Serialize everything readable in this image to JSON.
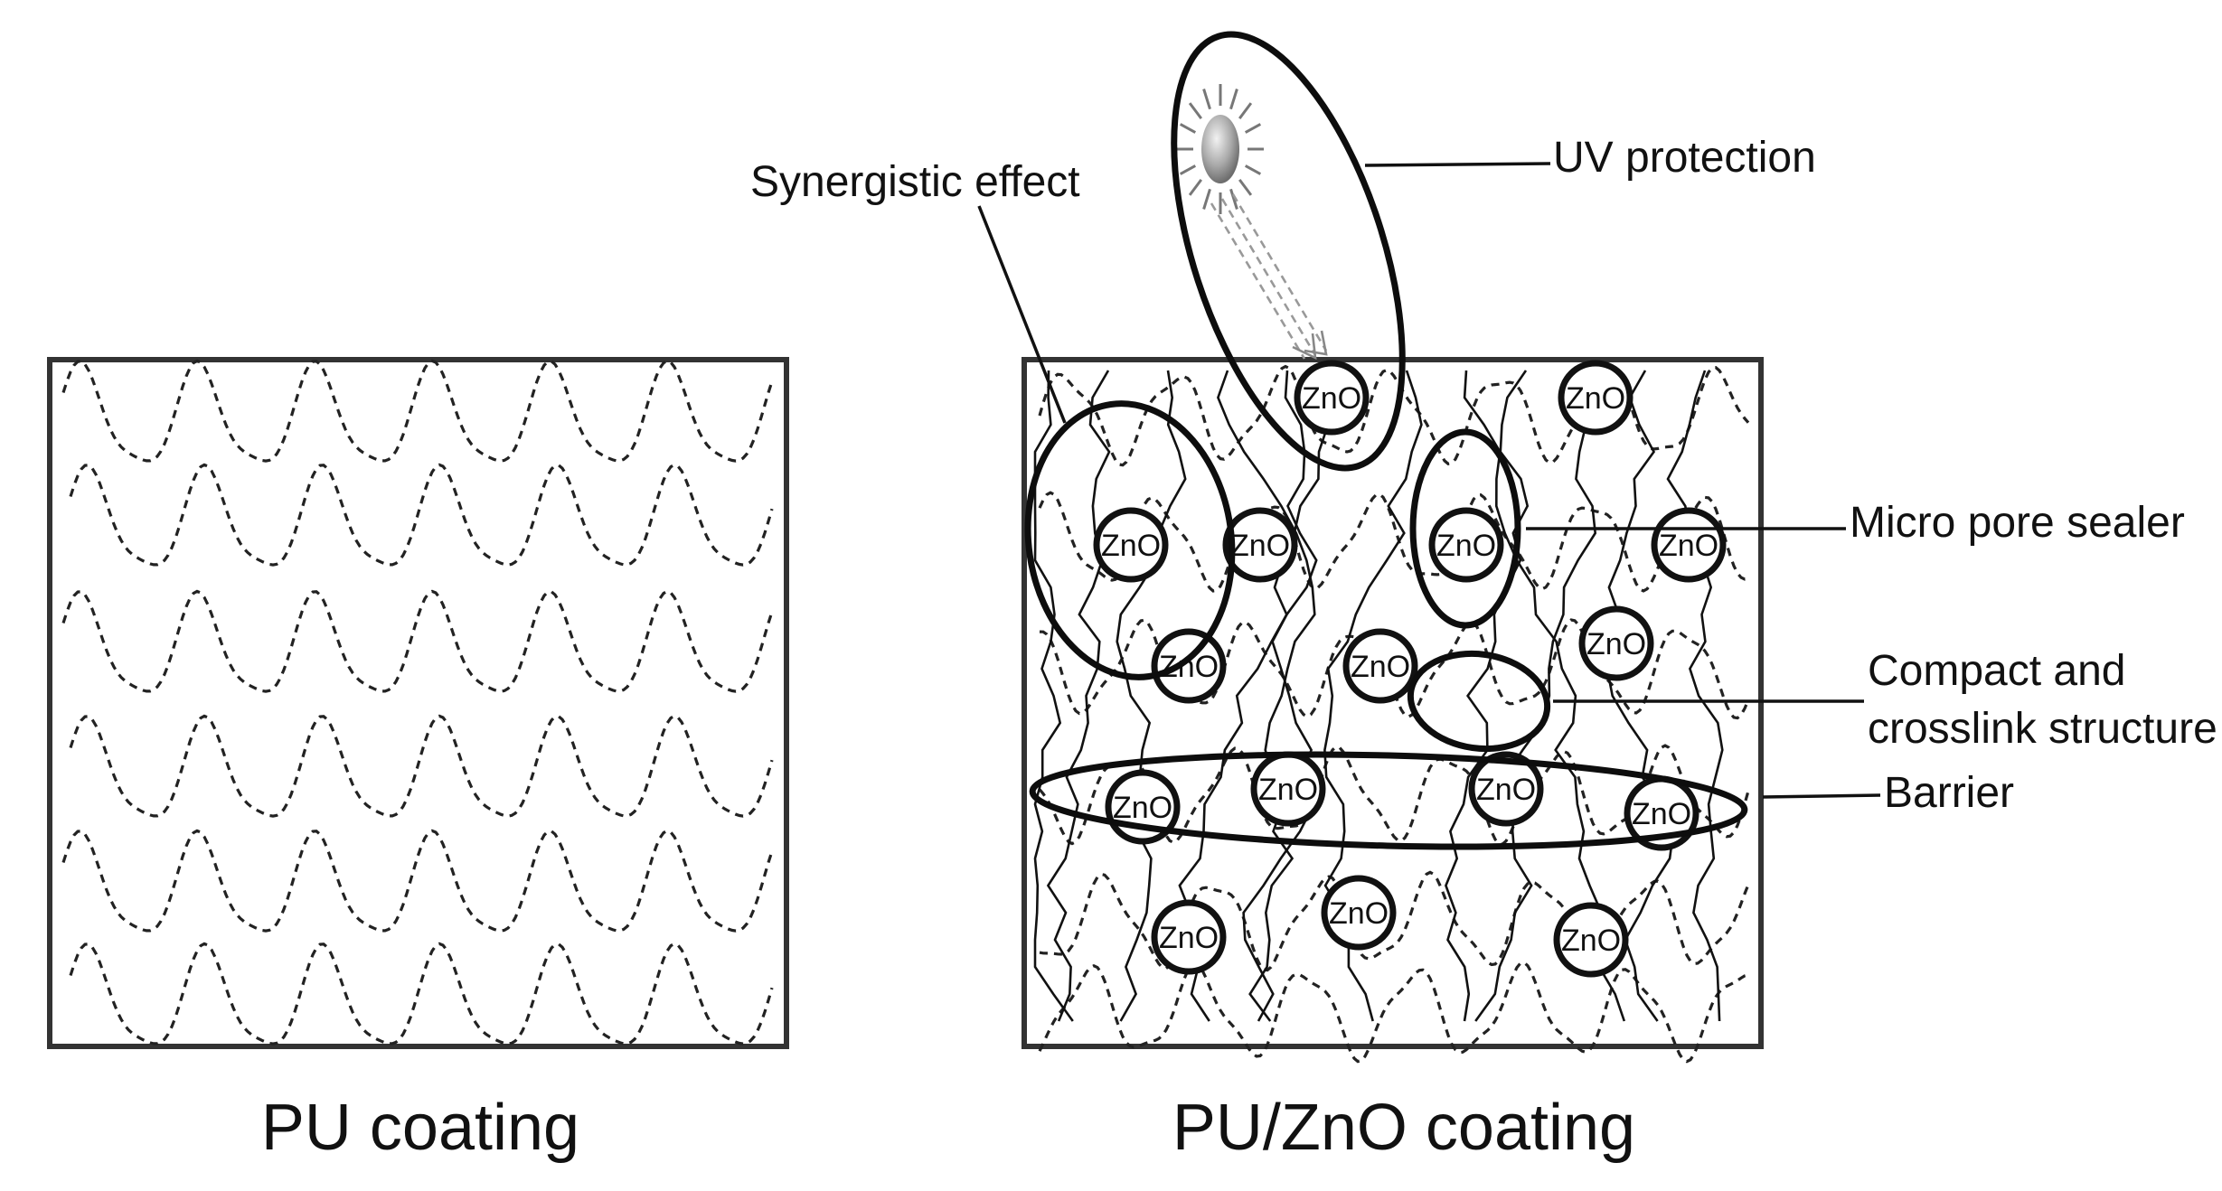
{
  "panels": {
    "left": {
      "caption": "PU coating"
    },
    "right": {
      "caption": "PU/ZnO coating"
    }
  },
  "particle_label": "ZnO",
  "callouts": {
    "synergistic": "Synergistic effect",
    "uv": "UV protection",
    "micro_pore": "Micro pore sealer",
    "compact_line1": "Compact and",
    "compact_line2": "crosslink structure",
    "barrier": "Barrier"
  }
}
